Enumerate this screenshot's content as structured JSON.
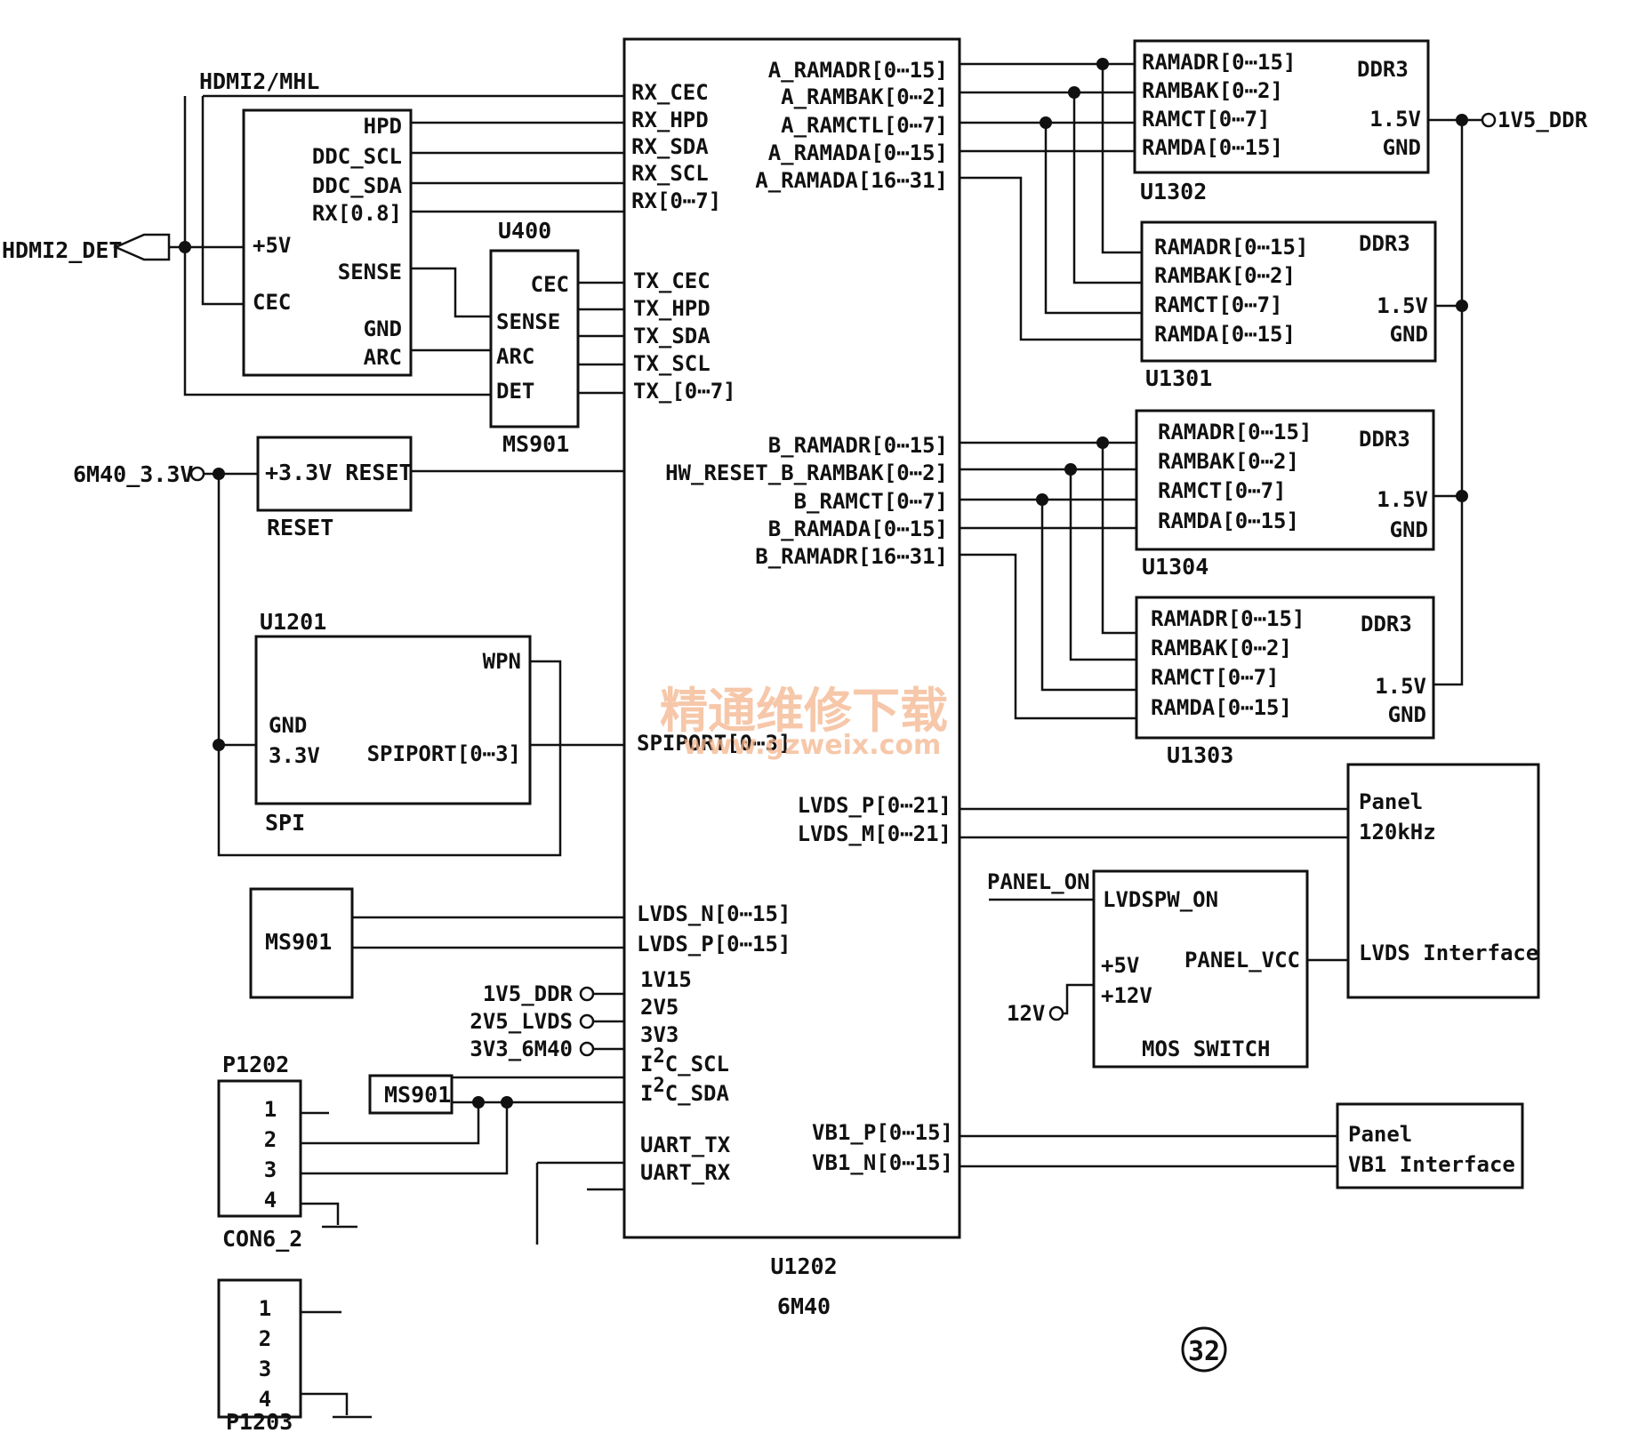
{
  "main_chip": {
    "ref": "U1202",
    "part": "6M40"
  },
  "hdmi": {
    "group_label": "HDMI2/MHL",
    "det_label": "HDMI2_DET",
    "pins": [
      "HPD",
      "DDC_SCL",
      "DDC_SDA",
      "RX[0.8]",
      "+5V",
      "SENSE",
      "CEC",
      "GND",
      "ARC"
    ]
  },
  "u400": {
    "ref": "U400",
    "part": "MS901",
    "pins": [
      "CEC",
      "SENSE",
      "ARC",
      "DET"
    ]
  },
  "rx_pins": [
    "RX_CEC",
    "RX_HPD",
    "RX_SDA",
    "RX_SCL",
    "RX[0⋯7]"
  ],
  "tx_pins": [
    "TX_CEC",
    "TX_HPD",
    "TX_SDA",
    "TX_SCL",
    "TX_[0⋯7]"
  ],
  "reset": {
    "net": "6M40_3.3V",
    "box_label": "+3.3V RESET",
    "ref": "RESET"
  },
  "spi": {
    "ref": "U1201",
    "name": "SPI",
    "pins": [
      "WPN",
      "GND",
      "3.3V",
      "SPIPORT[0⋯3]"
    ],
    "chip_pin": "SPIPORT[0⋯3]"
  },
  "left_power_nets": [
    "1V5_DDR",
    "2V5_LVDS",
    "3V3_6M40"
  ],
  "left_pins": [
    "LVDS_N[0⋯15]",
    "LVDS_P[0⋯15]",
    "1V15",
    "2V5",
    "3V3",
    "I",
    "2",
    "C_SCL",
    "C_SDA",
    "UART_TX",
    "UART_RX"
  ],
  "ms901_label": "MS901",
  "a_pins": [
    "A_RAMADR[0⋯15]",
    "A_RAMBAK[0⋯2]",
    "A_RAMCTL[0⋯7]",
    "A_RAMADA[0⋯15]",
    "A_RAMADA[16⋯31]"
  ],
  "b_pins": [
    "B_RAMADR[0⋯15]",
    "HW_RESET_B_RAMBAK[0⋯2]",
    "B_RAMCT[0⋯7]",
    "B_RAMADA[0⋯15]",
    "B_RAMADR[16⋯31]"
  ],
  "right_pins": [
    "LVDS_P[0⋯21]",
    "LVDS_M[0⋯21]",
    "VB1_P[0⋯15]",
    "VB1_N[0⋯15]"
  ],
  "ddr_supply_net": "1V5_DDR",
  "ddr": [
    {
      "ref": "U1302",
      "type": "DDR3",
      "pins": [
        "RAMADR[0⋯15]",
        "RAMBAK[0⋯2]",
        "RAMCT[0⋯7]",
        "RAMDA[0⋯15]"
      ],
      "supply": "1.5V",
      "gnd": "GND"
    },
    {
      "ref": "U1301",
      "type": "DDR3",
      "pins": [
        "RAMADR[0⋯15]",
        "RAMBAK[0⋯2]",
        "RAMCT[0⋯7]",
        "RAMDA[0⋯15]"
      ],
      "supply": "1.5V",
      "gnd": "GND"
    },
    {
      "ref": "U1304",
      "type": "DDR3",
      "pins": [
        "RAMADR[0⋯15]",
        "RAMBAK[0⋯2]",
        "RAMCT[0⋯7]",
        "RAMDA[0⋯15]"
      ],
      "supply": "1.5V",
      "gnd": "GND"
    },
    {
      "ref": "U1303",
      "type": "DDR3",
      "pins": [
        "RAMADR[0⋯15]",
        "RAMBAK[0⋯2]",
        "RAMCT[0⋯7]",
        "RAMDA[0⋯15]"
      ],
      "supply": "1.5V",
      "gnd": "GND"
    }
  ],
  "panel_lvds": {
    "lines": [
      "Panel",
      "120kHz",
      "LVDS Interface"
    ]
  },
  "mos_switch": {
    "pins": [
      "LVDSPW_ON",
      "+5V",
      "PANEL_VCC",
      "+12V"
    ],
    "name": "MOS SWITCH",
    "ctrl_net": "PANEL_ON",
    "supply_net": "12V"
  },
  "panel_vb1": {
    "lines": [
      "Panel",
      "VB1 Interface"
    ]
  },
  "p1202": {
    "ref": "P1202",
    "type": "CON6_2",
    "pins": [
      "1",
      "2",
      "3",
      "4"
    ]
  },
  "p1203": {
    "ref": "P1203",
    "pins": [
      "1",
      "2",
      "3",
      "4"
    ]
  },
  "page_number": "32",
  "watermark": {
    "cn": "精通维修下载",
    "url": "www.gzweix.com"
  }
}
